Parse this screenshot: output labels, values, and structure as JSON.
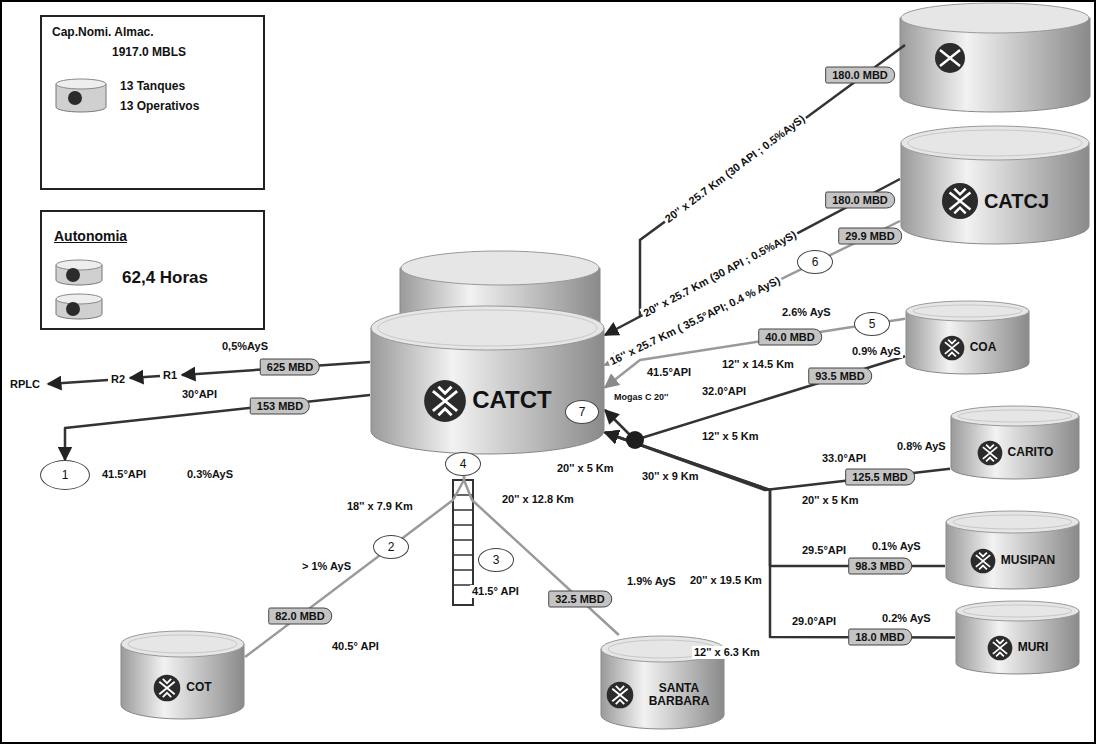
{
  "diagram": {
    "nodes": [
      {
        "text": [
          "Cap.Nomi. Almac.",
          "1917.0 MBLS",
          "13 Tanques",
          "13 Operativos"
        ]
      },
      {
        "text": [
          "Autonomia",
          "62,4 Horas"
        ]
      },
      {
        "text": [
          "CATCJ"
        ]
      },
      {
        "text": [
          "CATCT"
        ]
      },
      {
        "text": [
          "6"
        ]
      },
      {
        "text": [
          "5"
        ]
      },
      {
        "text": [
          "COA"
        ]
      },
      {
        "text": [
          "7"
        ]
      },
      {
        "text": [
          "CARITO"
        ]
      },
      {
        "text": [
          "MUSIPAN"
        ]
      },
      {
        "text": [
          "MURI"
        ]
      },
      {
        "text": [
          "1"
        ]
      },
      {
        "text": [
          "4"
        ]
      },
      {
        "text": [
          "2"
        ]
      },
      {
        "text": [
          "3"
        ]
      },
      {
        "text": [
          "COT"
        ]
      },
      {
        "text": [
          "SANTA BARBARA"
        ]
      }
    ],
    "edges": [
      {
        "from": 2,
        "to": 3,
        "arrow": "to",
        "label": "180.0 MBD"
      },
      {
        "from": 2,
        "to": 3,
        "arrow": "to",
        "label": "29.9 MBD"
      },
      {
        "from": 6,
        "to": 3,
        "arrow": "to",
        "label": "40.0 MBD"
      },
      {
        "from": 6,
        "to": 3,
        "arrow": "to",
        "label": "93.5 MBD"
      },
      {
        "from": 8,
        "to": 3,
        "arrow": "to",
        "label": "125.5 MBD"
      },
      {
        "from": 9,
        "to": 3,
        "arrow": "to",
        "label": "98.3 MBD"
      },
      {
        "from": 10,
        "to": 3,
        "arrow": "to",
        "label": "18.0 MBD"
      },
      {
        "from": 3,
        "to": 11,
        "arrow": "to",
        "label": "153 MBD"
      },
      {
        "from": 15,
        "to": 3,
        "arrow": "to",
        "label": "82.0 MBD"
      },
      {
        "from": 16,
        "to": 3,
        "arrow": "to",
        "label": "32.5 MBD"
      }
    ],
    "labels": [
      "0,5%AyS",
      "625 MBD",
      "R2",
      "R1",
      "RPLC",
      "30°API",
      "41.5°API",
      "0.3%AyS",
      "20'' x 25.7 Km (30 API ; 0.5%AyS)",
      "180.0 MBD",
      "20'' x 25.7 Km (30 API ; 0.5%AyS)",
      "16'' x 25.7 Km ( 35.5°API; 0.4 % AyS)",
      "2.6% AyS",
      "41.5°API",
      "12'' x 14.5 Km",
      "0.9% AyS",
      "32.0°API",
      "12'' x 5 Km",
      "Mogas C 20''",
      "20'' x 5 Km",
      "0.8% AyS",
      "33.0°API",
      "20'' x 5 Km",
      "30'' x 9 Km",
      "29.5°API",
      "0.1% AyS",
      "20'' x 19.5 Km",
      "29.0°API",
      "0.2% AyS",
      "12'' x 6.3 Km",
      "> 1% AyS",
      "18'' x 7.9 Km",
      "40.5° API",
      "20'' x 12.8 Km",
      "41.5° API",
      "1.9% AyS"
    ]
  }
}
